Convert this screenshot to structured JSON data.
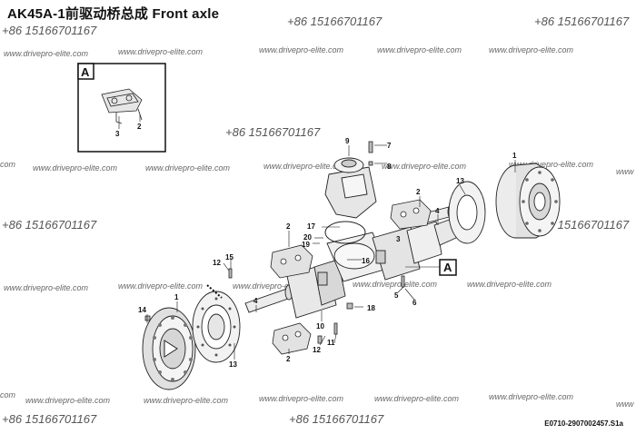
{
  "title": "AK45A-1前驱动桥总成  Front axle",
  "watermarks": {
    "phone": "+86 15166701167",
    "url": "www.drivepro-elite.com",
    "url_cut_left": "com",
    "url_cut_right": "www"
  },
  "drawing_code": "E0710-2907002457.S1a",
  "detail": {
    "label": "A",
    "callouts": [
      "3",
      "2"
    ]
  },
  "ref_label": "A",
  "callouts": [
    "1",
    "1",
    "2",
    "2",
    "2",
    "3",
    "4",
    "4",
    "5",
    "6",
    "7",
    "8",
    "9",
    "10",
    "11",
    "12",
    "12",
    "13",
    "13",
    "14",
    "15",
    "16",
    "17",
    "18",
    "19",
    "20"
  ]
}
